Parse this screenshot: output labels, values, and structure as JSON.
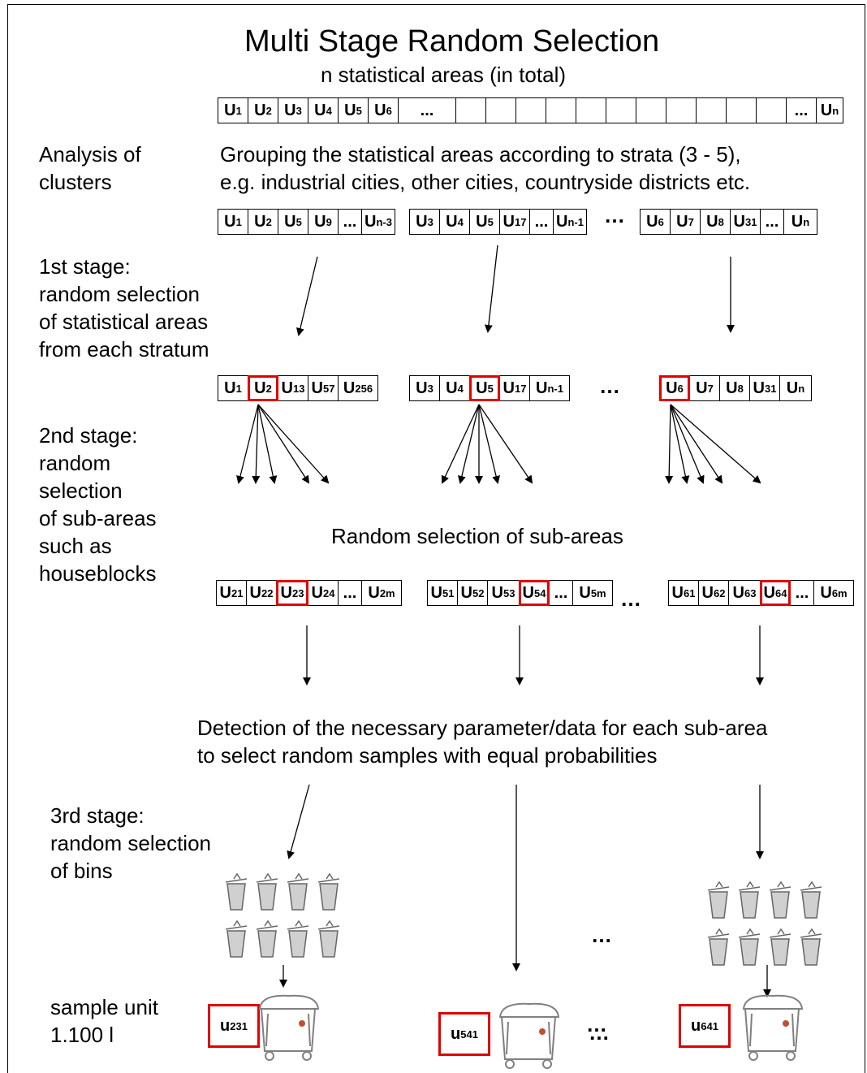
{
  "title": "Multi Stage Random Selection",
  "subtitle": "n statistical areas (in total)",
  "labels": {
    "clusters": [
      "Analysis of",
      "clusters"
    ],
    "stage1": [
      "1st stage:",
      "random selection",
      "of statistical areas",
      "from each stratum"
    ],
    "stage2": [
      "2nd stage:",
      "random",
      "selection",
      "of sub-areas",
      "such as",
      "houseblocks"
    ],
    "stage3": [
      "3rd stage:",
      "random selection",
      "of bins"
    ],
    "sample": [
      "sample unit",
      "1.100 l"
    ]
  },
  "texts": {
    "grouping": [
      "Grouping the statistical areas according to strata (3 - 5),",
      "e.g. industrial cities, other cities, countryside districts etc."
    ],
    "random_sub": "Random selection of sub-areas",
    "detection": [
      "Detection of the necessary parameter/data for each sub-area",
      "to select random samples with equal probabilities"
    ]
  },
  "ellipsis": "…",
  "rows": {
    "total": [
      [
        "U",
        "1"
      ],
      [
        "U",
        "2"
      ],
      [
        "U",
        "3"
      ],
      [
        "U",
        "4"
      ],
      [
        "U",
        "5"
      ],
      [
        "U",
        "6"
      ],
      [
        "...",
        ""
      ],
      [
        "",
        ""
      ],
      [
        "",
        ""
      ],
      [
        "",
        ""
      ],
      [
        "",
        ""
      ],
      [
        "",
        ""
      ],
      [
        "",
        ""
      ],
      [
        "",
        ""
      ],
      [
        "",
        ""
      ],
      [
        "",
        ""
      ],
      [
        "",
        ""
      ],
      [
        "",
        ""
      ],
      [
        "...",
        ""
      ],
      [
        "U",
        "n"
      ]
    ],
    "strata": [
      [
        [
          "U",
          "1"
        ],
        [
          "U",
          "2"
        ],
        [
          "U",
          "5"
        ],
        [
          "U",
          "9"
        ],
        [
          "...",
          ""
        ],
        [
          "U",
          "n-3"
        ]
      ],
      [
        [
          "U",
          "3"
        ],
        [
          "U",
          "4"
        ],
        [
          "U",
          "5"
        ],
        [
          "U",
          "17"
        ],
        [
          "...",
          ""
        ],
        [
          "U",
          "n-1"
        ]
      ],
      [
        [
          "U",
          "6"
        ],
        [
          "U",
          "7"
        ],
        [
          "U",
          "8"
        ],
        [
          "U",
          "31"
        ],
        [
          "...",
          ""
        ],
        [
          "U",
          "n"
        ]
      ]
    ],
    "stage1": [
      [
        [
          "U",
          "1"
        ],
        [
          "U",
          "2"
        ],
        [
          "U",
          "13"
        ],
        [
          "U",
          "57"
        ],
        [
          "U",
          "256"
        ]
      ],
      [
        [
          "U",
          "3"
        ],
        [
          "U",
          "4"
        ],
        [
          "U",
          "5"
        ],
        [
          "U",
          "17"
        ],
        [
          "U",
          "n-1"
        ]
      ],
      [
        [
          "U",
          "6"
        ],
        [
          "U",
          "7"
        ],
        [
          "U",
          "8"
        ],
        [
          "U",
          "31"
        ],
        [
          "U",
          "n"
        ]
      ]
    ],
    "stage2": [
      [
        [
          "U",
          "21"
        ],
        [
          "U",
          "22"
        ],
        [
          "U",
          "23"
        ],
        [
          "U",
          "24"
        ],
        [
          "...",
          ""
        ],
        [
          "U",
          "2m"
        ]
      ],
      [
        [
          "U",
          "51"
        ],
        [
          "U",
          "52"
        ],
        [
          "U",
          "53"
        ],
        [
          "U",
          "54"
        ],
        [
          "...",
          ""
        ],
        [
          "U",
          "5m"
        ]
      ],
      [
        [
          "U",
          "61"
        ],
        [
          "U",
          "62"
        ],
        [
          "U",
          "63"
        ],
        [
          "U",
          "64"
        ],
        [
          "...",
          ""
        ],
        [
          "U",
          "6m"
        ]
      ]
    ]
  },
  "samples": [
    [
      "u",
      "231"
    ],
    [
      "u",
      "541"
    ],
    [
      "u",
      "641"
    ]
  ],
  "colors": {
    "selected": "#e00000",
    "bin_fill": "#d0d0d0",
    "bin_stroke": "#666666",
    "container_stroke": "#808080"
  }
}
